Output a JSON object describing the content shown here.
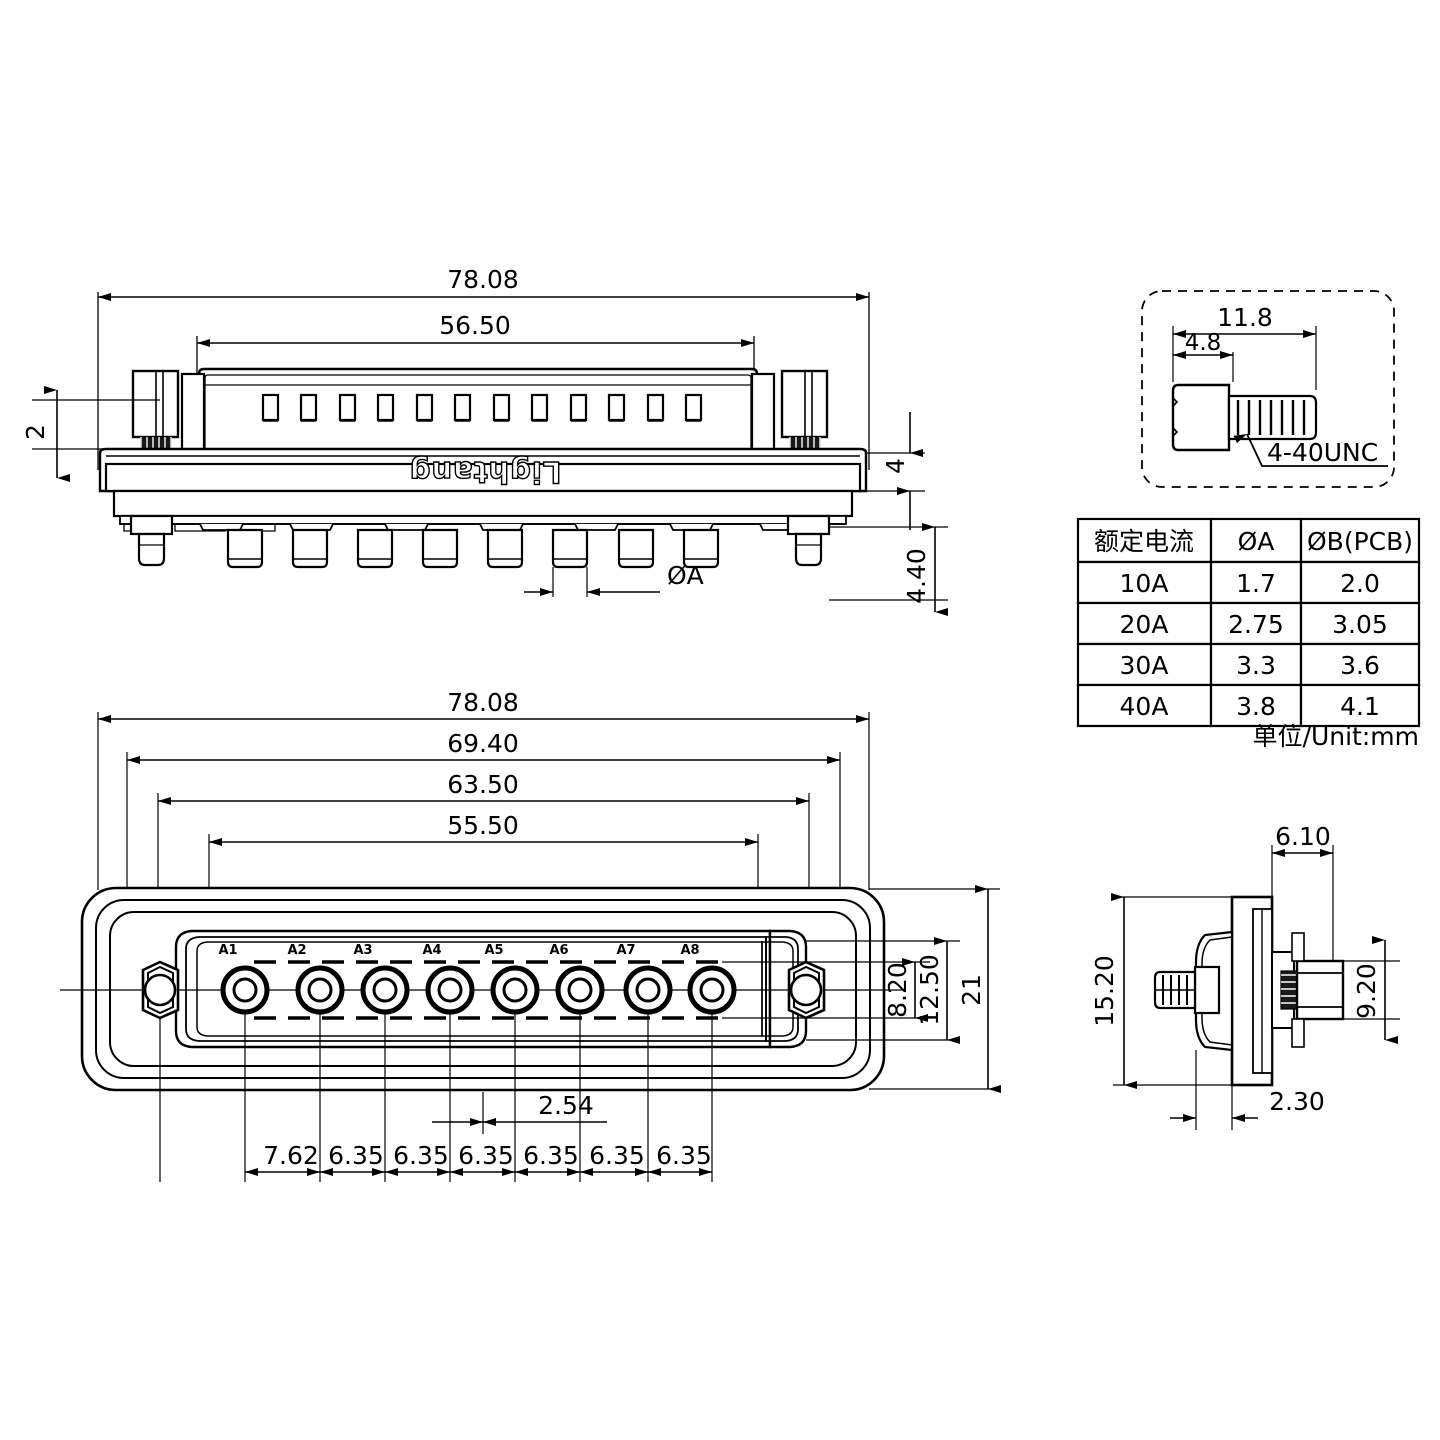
{
  "drawing": {
    "brand": "Lightang",
    "watermark": "Lightang",
    "unit_note": "单位/Unit:mm"
  },
  "top_view": {
    "name": "top-elevation-view",
    "dims": {
      "overall_width": "78.08",
      "body_width": "56.50",
      "standoff_height": "2",
      "flange_thickness": "4",
      "pin_length": "4.40",
      "pin_diameter_label": "ØA"
    },
    "slot_count": 12,
    "pin_count": 8
  },
  "screw_detail": {
    "name": "jackscrew-detail",
    "total_length": "11.8",
    "head_length": "4.8",
    "thread_spec": "4-40UNC"
  },
  "current_table": {
    "name": "rated-current-table",
    "headers": [
      "额定电流",
      "ØA",
      "ØB(PCB)"
    ],
    "rows": [
      [
        "10A",
        "1.7",
        "2.0"
      ],
      [
        "20A",
        "2.75",
        "3.05"
      ],
      [
        "30A",
        "3.3",
        "3.6"
      ],
      [
        "40A",
        "3.8",
        "4.1"
      ]
    ]
  },
  "front_view": {
    "name": "front-elevation-view",
    "dims": {
      "overall_width": "78.08",
      "mounting_hole_span": "69.40",
      "flange_inner_span": "63.50",
      "contact_span": "55.50",
      "height_overall": "21",
      "height_inner": "12.50",
      "height_contact": "8.20"
    },
    "pin_labels": [
      "A1",
      "A2",
      "A3",
      "A4",
      "A5",
      "A6",
      "A7",
      "A8"
    ],
    "pitch_chain": [
      "7.62",
      "6.35",
      "6.35",
      "6.35",
      "6.35",
      "6.35",
      "6.35"
    ],
    "pitch_detail": "2.54"
  },
  "side_view": {
    "name": "side-elevation-view",
    "dims": {
      "height": "15.20",
      "depth_front": "6.10",
      "screw_height": "9.20",
      "panel_thickness": "2.30"
    }
  },
  "colors": {
    "line": "#000000",
    "fill": "#ffffff",
    "watermark": "#e8e8e8",
    "shade": "#1a1a1a"
  }
}
